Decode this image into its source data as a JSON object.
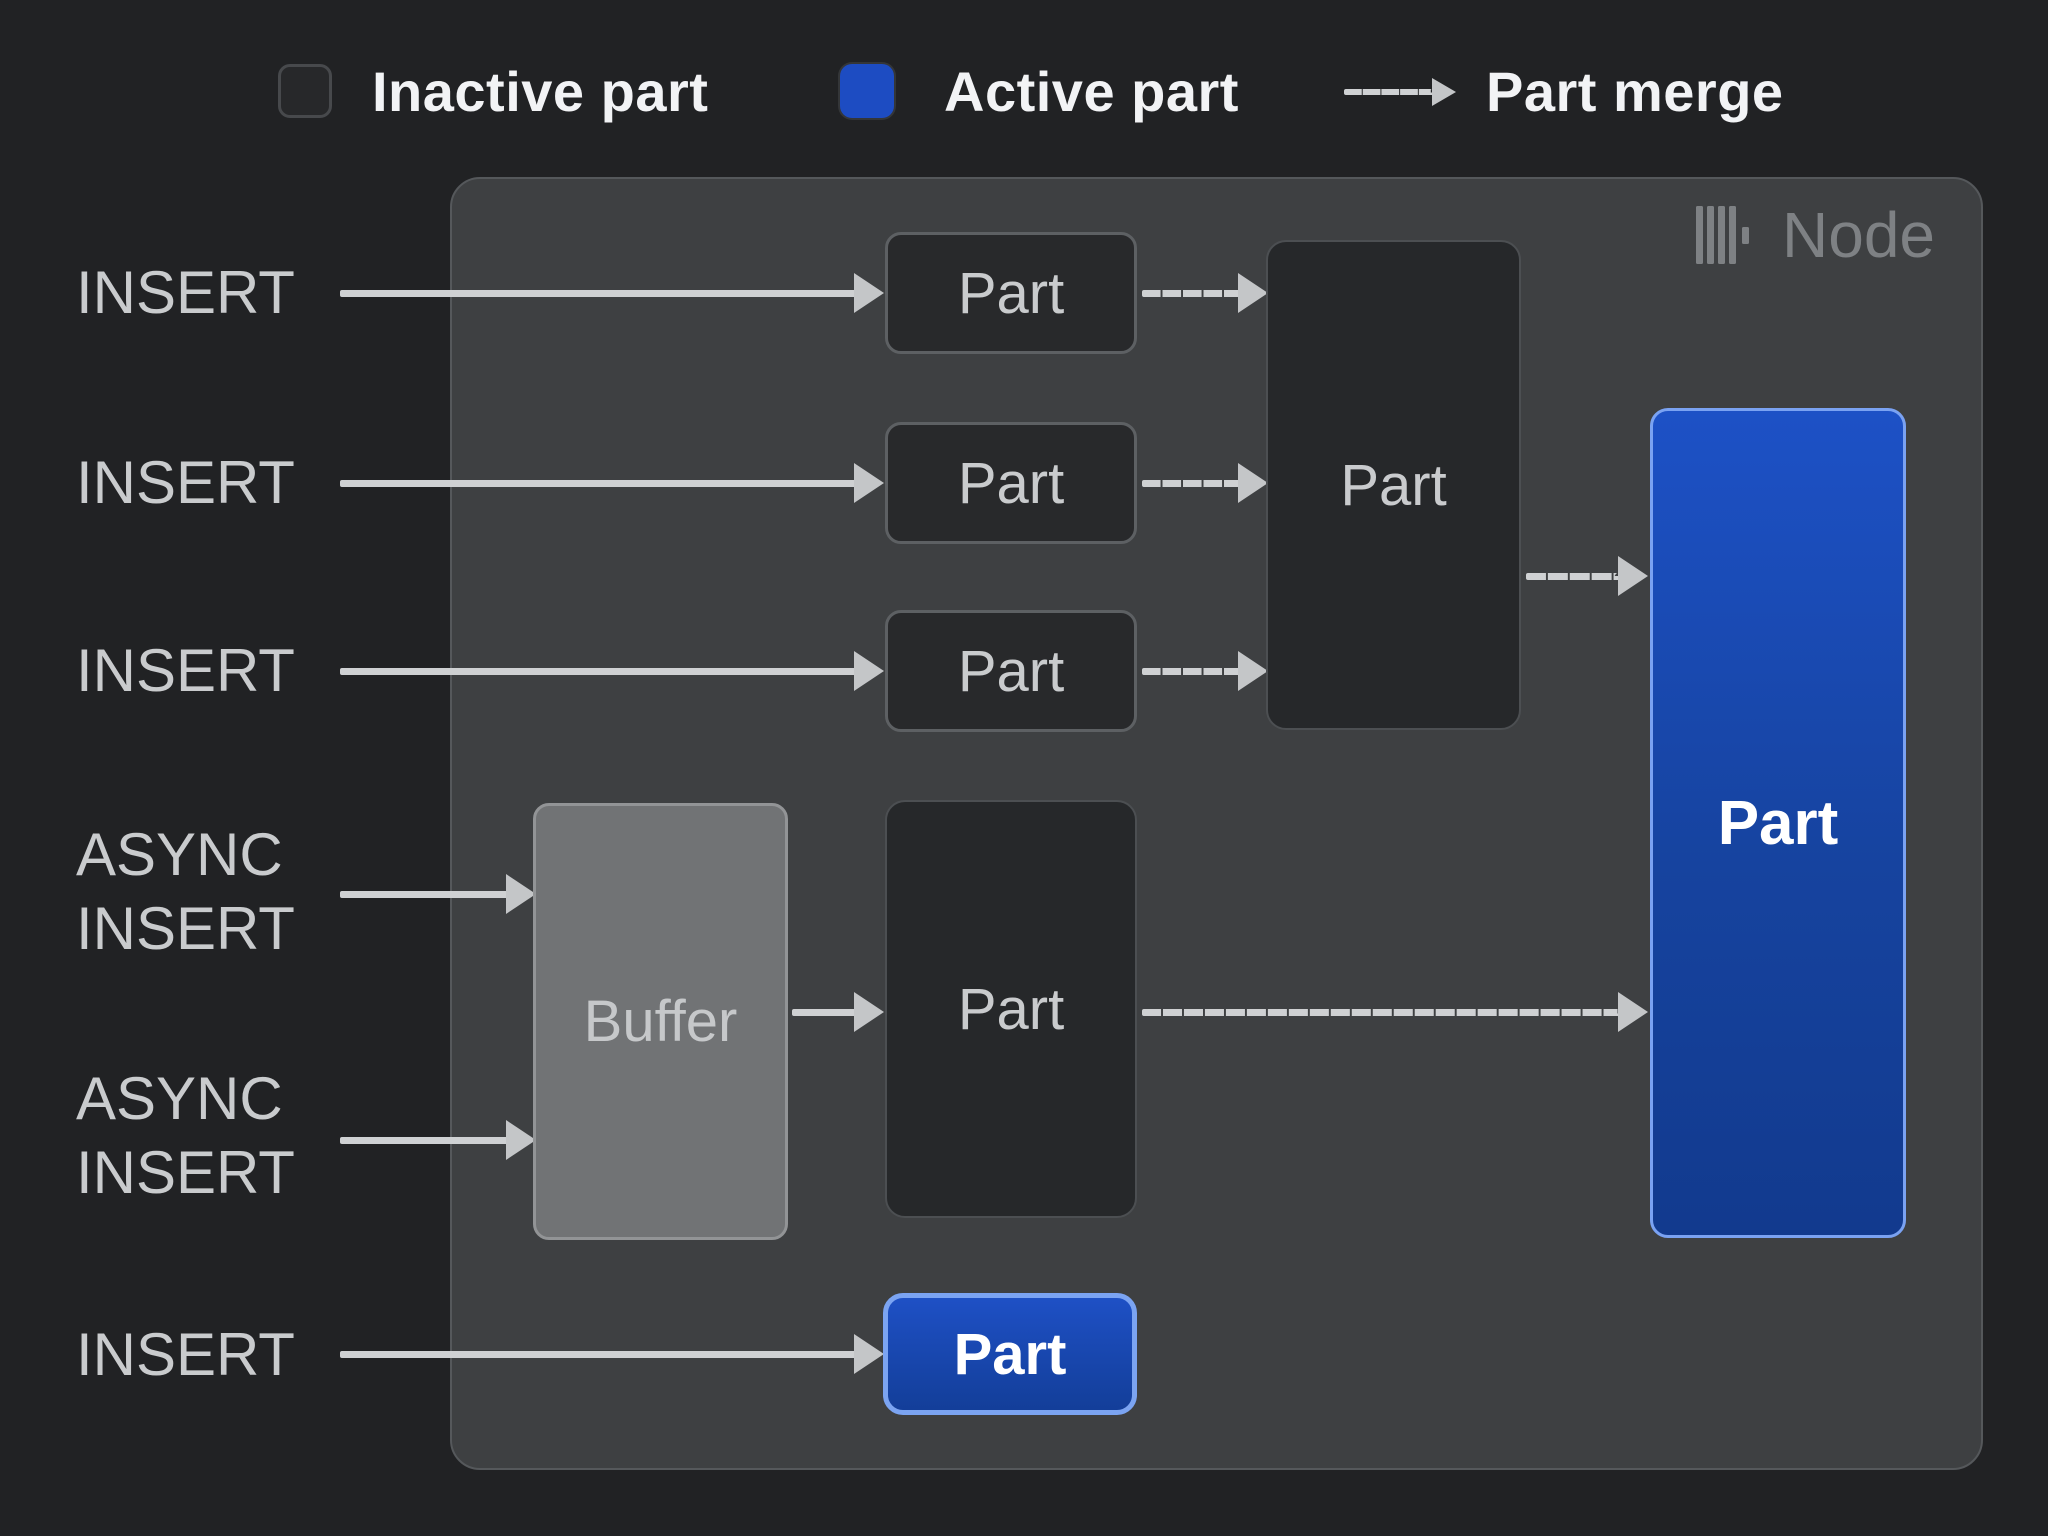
{
  "legend": {
    "items": [
      {
        "label": "Inactive part",
        "swatch": "inactive-part-swatch"
      },
      {
        "label": "Active part",
        "swatch": "active-part-swatch"
      },
      {
        "label": "Part merge",
        "swatch": "part-merge-dashed-arrow"
      }
    ]
  },
  "node": {
    "title": "Node",
    "icon": "clickhouse-logo-icon"
  },
  "left_labels": [
    {
      "text": "INSERT"
    },
    {
      "text": "INSERT"
    },
    {
      "text": "INSERT"
    },
    {
      "text": "ASYNC INSERT"
    },
    {
      "text": "ASYNC INSERT"
    },
    {
      "text": "INSERT"
    }
  ],
  "boxes": {
    "inactive_parts": [
      {
        "label": "Part"
      },
      {
        "label": "Part"
      },
      {
        "label": "Part"
      }
    ],
    "merged_part": {
      "label": "Part"
    },
    "buffer": {
      "label": "Buffer"
    },
    "async_part": {
      "label": "Part"
    },
    "active_part_large": {
      "label": "Part"
    },
    "active_part_small": {
      "label": "Part"
    }
  },
  "colors": {
    "background": "#212224",
    "node_fill": "#3e4042",
    "inactive_part_fill": "#28292b",
    "active_part_blue": "#1d4cc2",
    "active_part_border": "#7aa2f2",
    "buffer_fill": "#717375",
    "arrow": "#cfd1d3",
    "label_text": "#c9cbcd",
    "legend_text": "#f2f3f5",
    "node_title_text": "#7e8184"
  }
}
